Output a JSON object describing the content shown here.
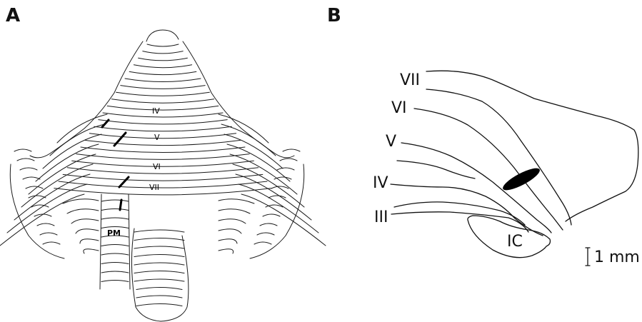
{
  "panel_a": {
    "letter": "A",
    "lobules": [
      "IV",
      "V",
      "VI",
      "VII"
    ],
    "pm_label": "PM"
  },
  "panel_b": {
    "letter": "B",
    "lobules": [
      "VII",
      "VI",
      "V",
      "IV",
      "III"
    ],
    "ic_label": "IC",
    "scale_bar": "1 mm"
  },
  "colors": {
    "ink": "#111111",
    "background": "#ffffff"
  }
}
